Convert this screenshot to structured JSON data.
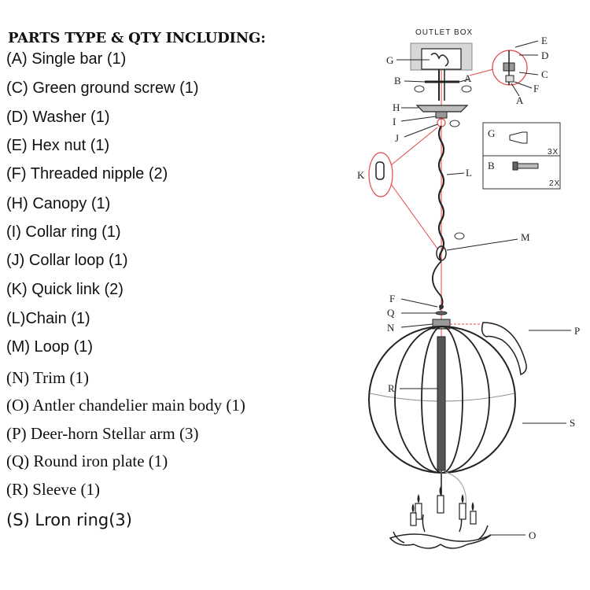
{
  "title": "PARTS TYPE & QTY INCLUDING:",
  "parts": [
    {
      "text": "(A)  Single bar (1)"
    },
    {
      "text": "(C) Green ground screw (1)"
    },
    {
      "text": "(D) Washer (1)"
    },
    {
      "text": "(E) Hex nut (1)"
    },
    {
      "text": "(F) Threaded nipple (2)"
    },
    {
      "text": "(H) Canopy (1)"
    },
    {
      "text": "(I) Collar ring (1)"
    },
    {
      "text": "(J) Collar loop (1)"
    },
    {
      "text": "(K) Quick link (2)"
    },
    {
      "text": "(L)Chain (1)"
    },
    {
      "text": "(M) Loop (1)"
    },
    {
      "text": "(N) Trim (1)"
    },
    {
      "text": "(O) Antler chandelier main body (1)"
    },
    {
      "text": "(P) Deer-horn Stellar arm (3)"
    },
    {
      "text": "(Q) Round iron plate (1)"
    },
    {
      "text": "(R) Sleeve (1)"
    },
    {
      "text": "(S)  Lron ring(3)"
    }
  ],
  "diagram": {
    "outlet_box": "OUTLET BOX",
    "callouts": {
      "A": "A",
      "B": "B",
      "C": "C",
      "D": "D",
      "E": "E",
      "F": "F",
      "G": "G",
      "H": "H",
      "I": "I",
      "J": "J",
      "K": "K",
      "L": "L",
      "M": "M",
      "N": "N",
      "O": "O",
      "P": "P",
      "Q": "Q",
      "R": "R",
      "S": "S",
      "A2": "A",
      "F2": "F"
    },
    "hardware_box": {
      "g_label": "G",
      "g_qty": "3X",
      "b_label": "B",
      "b_qty": "2X"
    }
  }
}
